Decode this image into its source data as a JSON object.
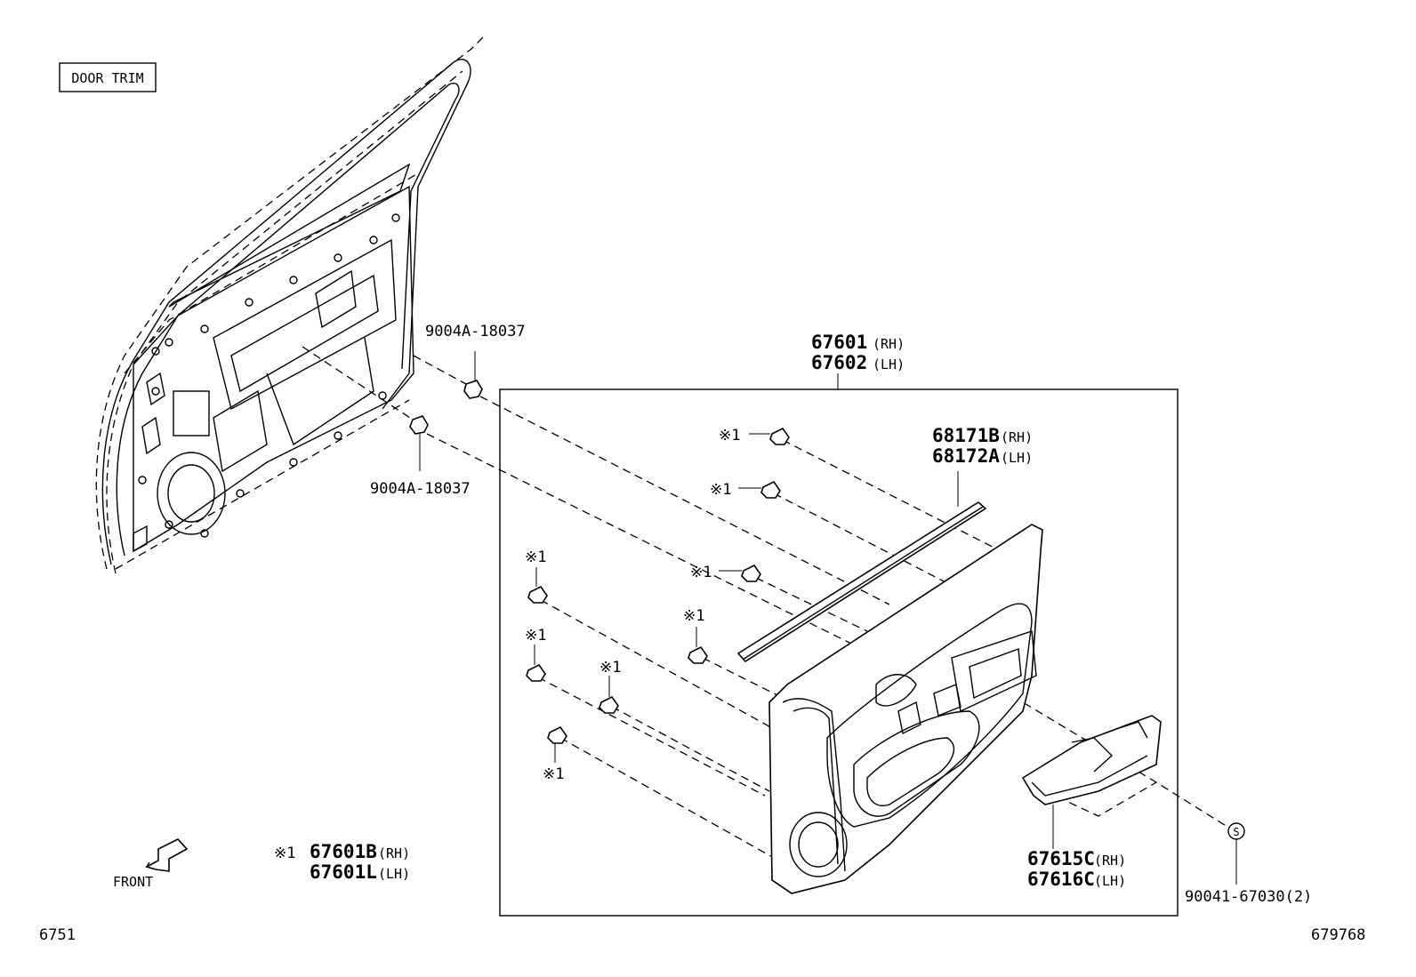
{
  "title_box": "DOOR TRIM",
  "labels": {
    "clip_upper": "9004A-18037",
    "clip_lower": "9004A-18037",
    "panel_rh": "67601",
    "panel_rh_side": "(RH)",
    "panel_lh": "67602",
    "panel_lh_side": "(LH)",
    "weatherstrip_rh": "68171B",
    "weatherstrip_rh_side": "(RH)",
    "weatherstrip_lh": "68172A",
    "weatherstrip_lh_side": "(LH)",
    "pocket_rh": "67615C",
    "pocket_rh_side": "(RH)",
    "pocket_lh": "67616C",
    "pocket_lh_side": "(LH)",
    "screw": "90041-67030(2)",
    "screw_symbol": "S",
    "clip_mark": "※1"
  },
  "legend": {
    "mark": "※1",
    "rh_part": "67601B",
    "rh_side": "(RH)",
    "lh_part": "67601L",
    "lh_side": "(LH)"
  },
  "front_label": "FRONT",
  "footer": {
    "left_code": "6751",
    "right_code": "679768"
  }
}
